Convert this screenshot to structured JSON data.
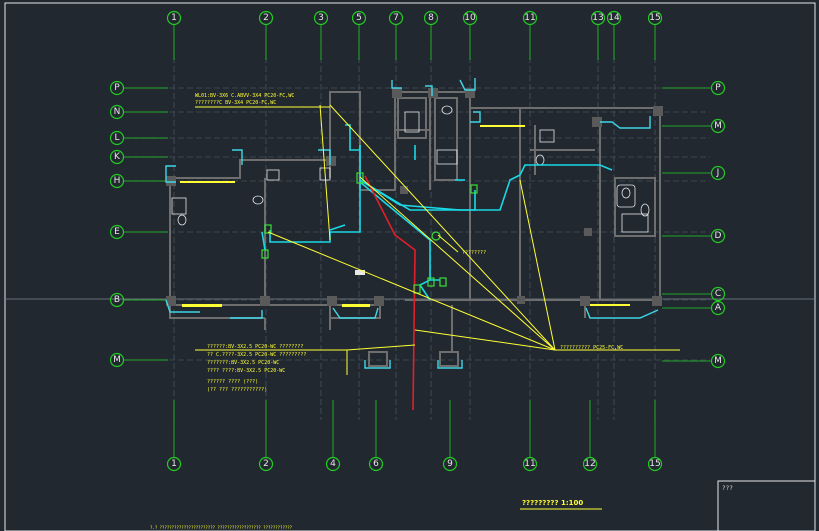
{
  "colors": {
    "background": "#212830",
    "axis_bubble": "#22cc22",
    "grid_line": "#55606a",
    "wall": "#6e6e6e",
    "window": "#3fd6e6",
    "wire_cyan": "#19d9e6",
    "leader_yellow": "#ffff33",
    "conduit_red": "#e0202a",
    "fixture_green": "#39e039",
    "axis_text": "#e8e8e8"
  },
  "axes": {
    "top": [
      "1",
      "2",
      "3",
      "5",
      "7",
      "8",
      "10",
      "11",
      "13",
      "14",
      "15"
    ],
    "bottom": [
      "1",
      "2",
      "4",
      "6",
      "9",
      "11",
      "12",
      "15"
    ],
    "left": [
      "P",
      "N",
      "L",
      "K",
      "H",
      "E",
      "B",
      "M"
    ],
    "right": [
      "P",
      "M",
      "J",
      "D",
      "C",
      "A",
      "M"
    ]
  },
  "notes": {
    "top_left": [
      "WL01:BV-3X6 C.ABVV-3X4 PC20-FC,WC",
      "????????C BV-3X4 PC20-FC,WC"
    ],
    "bottom_left": [
      "??????:BV-3X2.5 PC20-WC ????????",
      "?? C.????-3X2.5 PC20-WC ?????????",
      "???????:BV-3X2.5 PC20-WC",
      "???? ????:BV-3X2.5 PC20-WC",
      "?????? ???? (???)",
      "(?? ??? ???????????)"
    ],
    "right_callout": "?????????? PC25-FC,WC",
    "mid_tag": "????????"
  },
  "drawing_title": "????????? 1:100",
  "title_block_tag": "???",
  "footer_note": "?.? ??????????????????????? ?????????????????? ????????????"
}
